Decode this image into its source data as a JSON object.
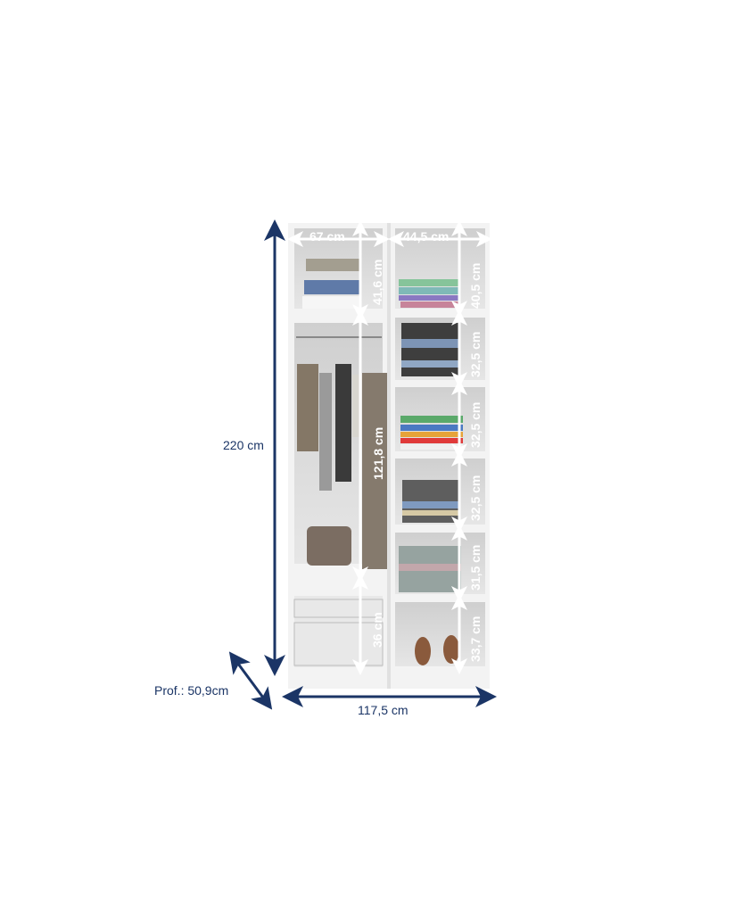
{
  "dimensions": {
    "height_total": "220 cm",
    "width_total": "117,5 cm",
    "depth": "Prof.: 50,9cm",
    "left_top_width": "67 cm",
    "left_top_height": "41,6 cm",
    "left_hanging_height": "121,8 cm",
    "left_drawer_height": "36 cm",
    "right_width": "44,5 cm",
    "right_shelves": [
      "40,5 cm",
      "32,5 cm",
      "32,5 cm",
      "32,5 cm",
      "31,5 cm",
      "33,7 cm"
    ]
  },
  "colors": {
    "dimension_blue": "#1b3566",
    "cabinet": "#f2f2f2",
    "interior": "#d9d9d9"
  }
}
